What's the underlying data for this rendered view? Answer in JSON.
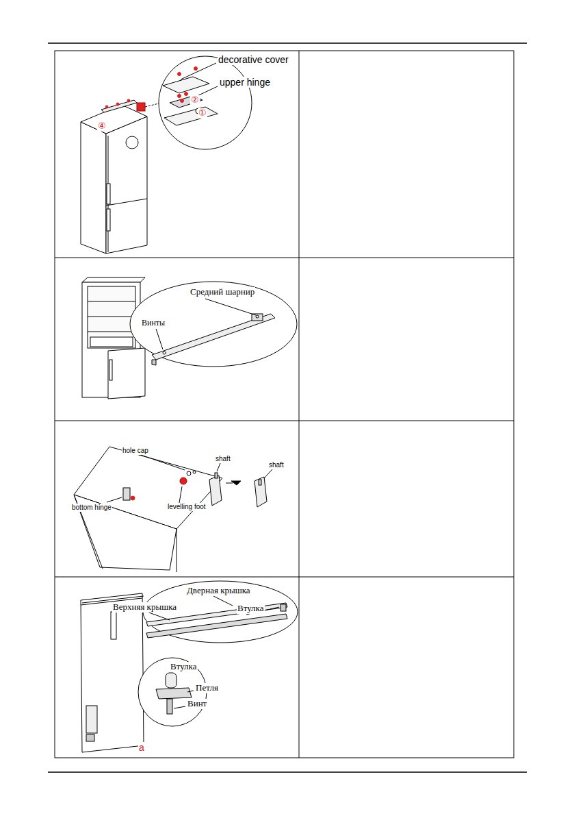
{
  "diagram": {
    "labels": [
      "decorative cover",
      "upper hinge",
      "②",
      "①",
      "④",
      "Средний шарнир",
      "Винты",
      "hole cap",
      "shaft",
      "shaft",
      "bottom hinge",
      "levelling foot",
      "Дверная крышка",
      "Втулка",
      "Верхняя крышка",
      "Втулка",
      "Петля",
      "Винт",
      "a"
    ]
  }
}
